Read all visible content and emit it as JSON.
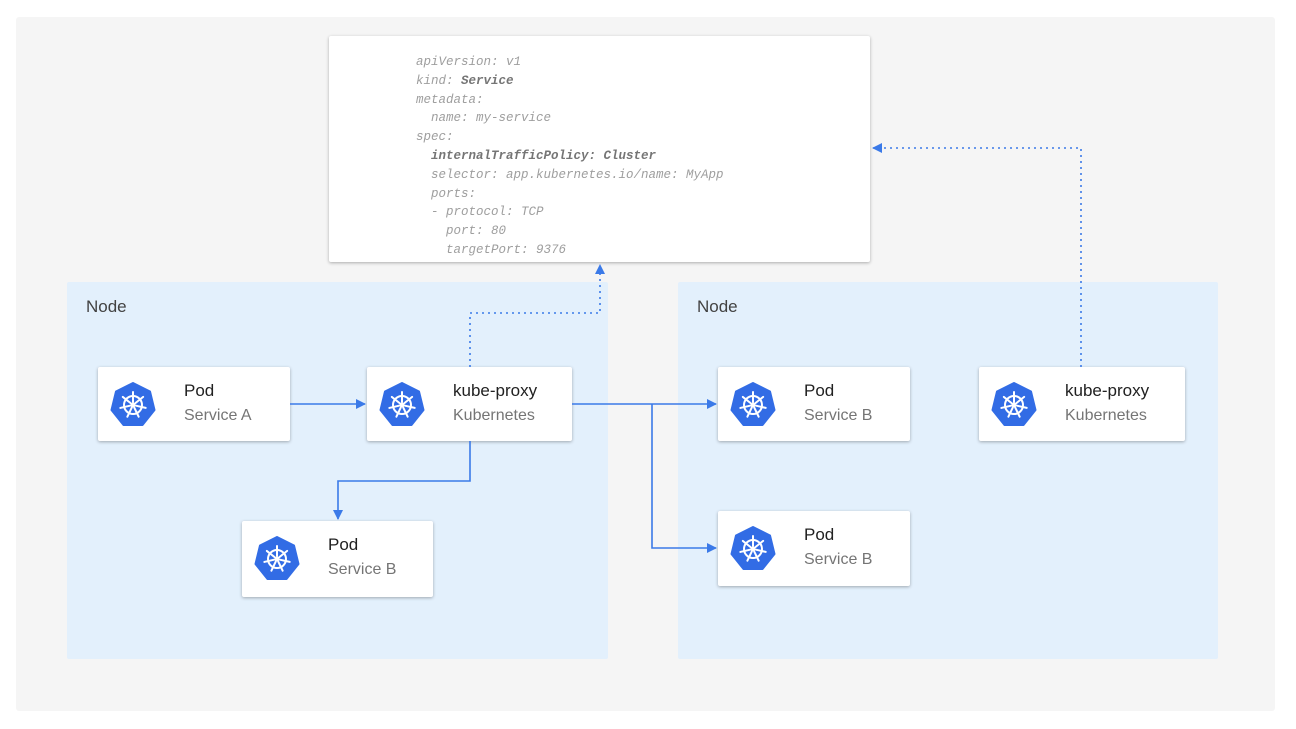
{
  "colors": {
    "arrow": "#3b7ae8",
    "node_bg": "#e3f0fc",
    "k8s_icon": "#326ce5"
  },
  "code": {
    "lines": [
      {
        "text": "apiVersion: v1"
      },
      {
        "key": "kind: ",
        "bold": "Service"
      },
      {
        "text": "metadata:"
      },
      {
        "text": "  name: my-service"
      },
      {
        "text": "spec:"
      },
      {
        "bold": "  internalTrafficPolicy: Cluster"
      },
      {
        "text": "  selector: app.kubernetes.io/name: MyApp"
      },
      {
        "text": "  ports:"
      },
      {
        "text": "  - protocol: TCP"
      },
      {
        "text": "    port: 80"
      },
      {
        "text": "    targetPort: 9376"
      }
    ]
  },
  "nodes": [
    {
      "label": "Node"
    },
    {
      "label": "Node"
    }
  ],
  "cards": [
    {
      "title": "Pod",
      "subtitle": "Service A",
      "icon": "kubernetes-icon"
    },
    {
      "title": "kube-proxy",
      "subtitle": "Kubernetes",
      "icon": "kubernetes-icon"
    },
    {
      "title": "Pod",
      "subtitle": "Service B",
      "icon": "kubernetes-icon"
    },
    {
      "title": "Pod",
      "subtitle": "Service B",
      "icon": "kubernetes-icon"
    },
    {
      "title": "Pod",
      "subtitle": "Service B",
      "icon": "kubernetes-icon"
    },
    {
      "title": "kube-proxy",
      "subtitle": "Kubernetes",
      "icon": "kubernetes-icon"
    }
  ]
}
